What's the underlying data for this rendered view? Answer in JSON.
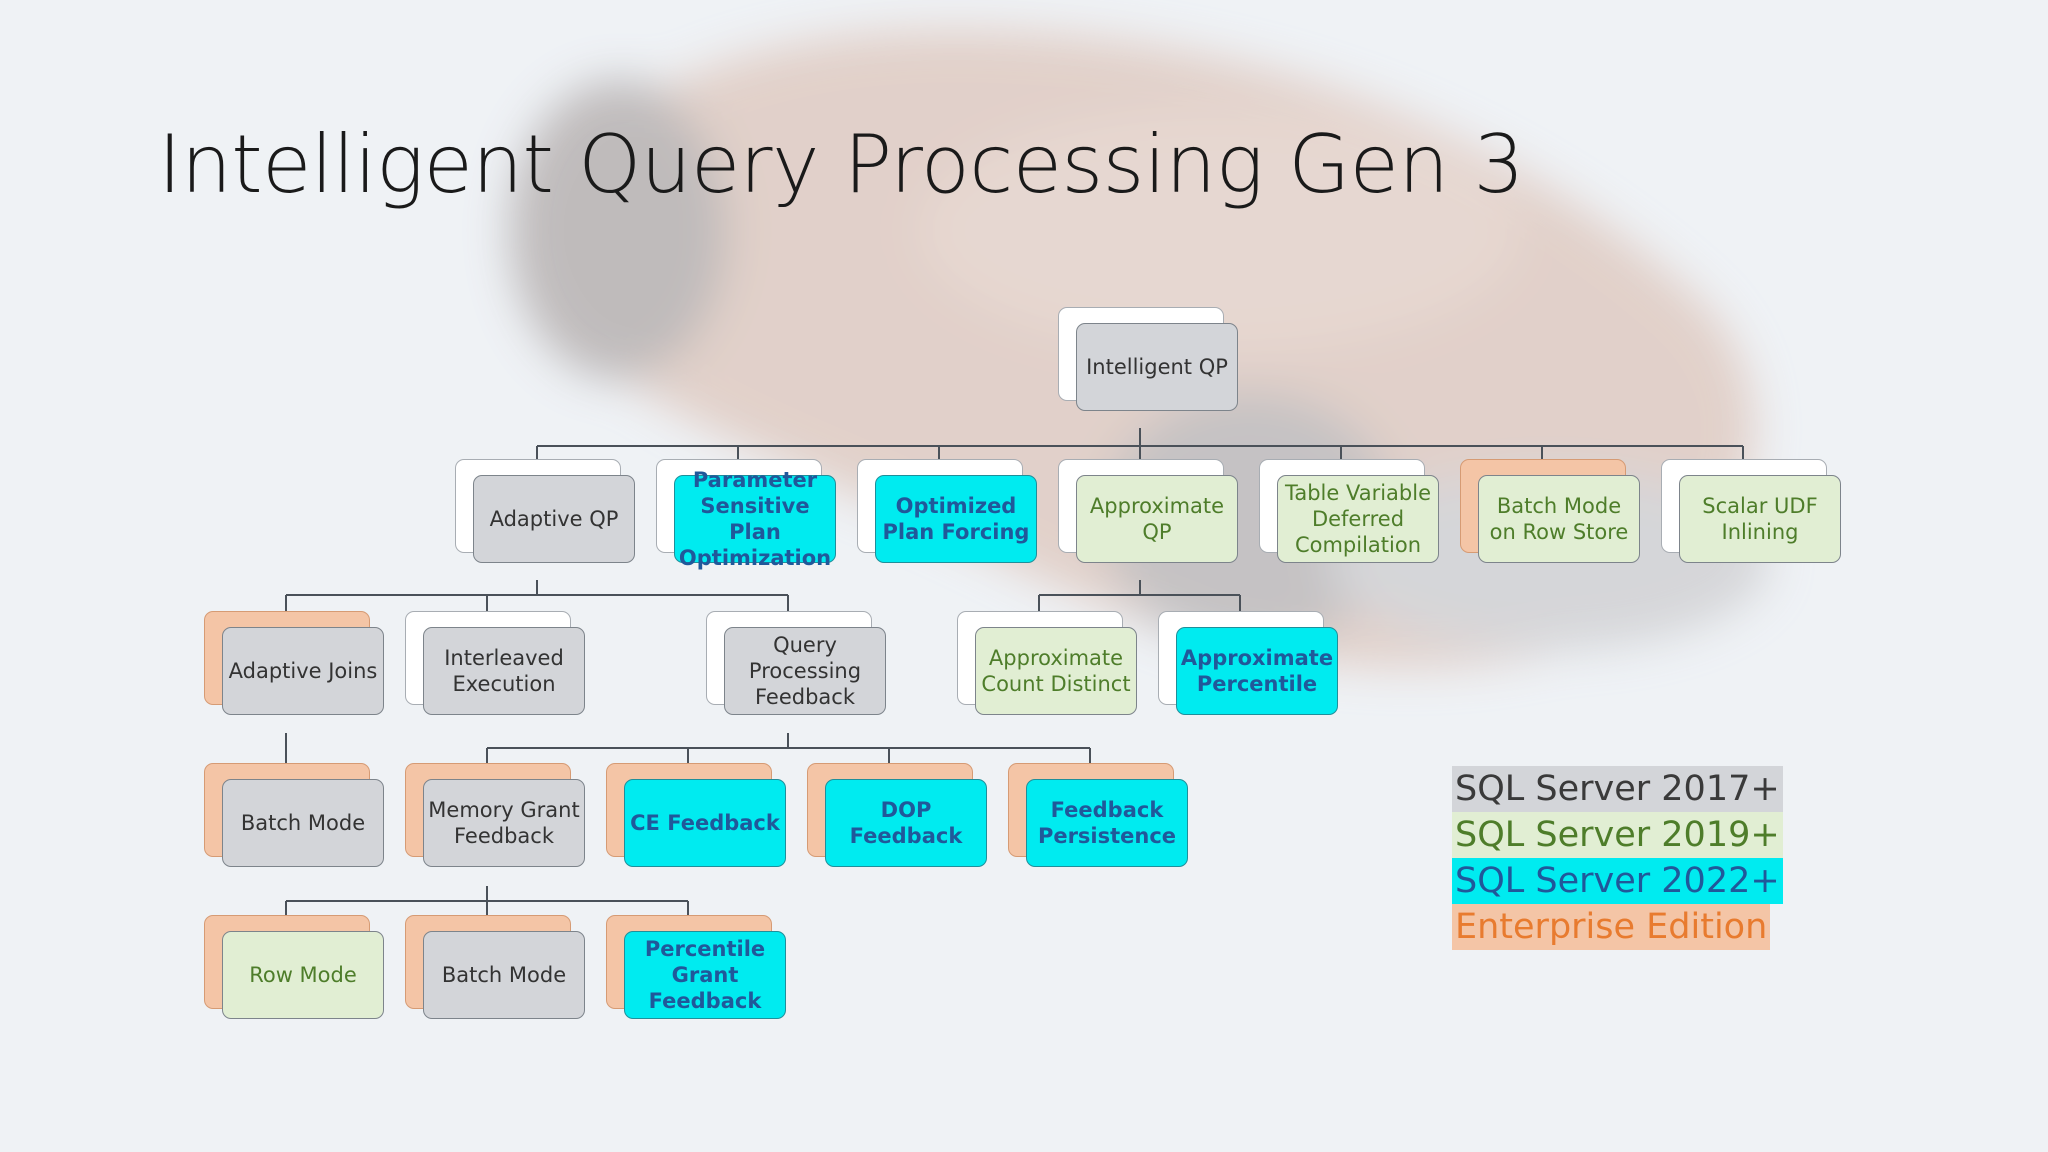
{
  "title": "Intelligent Query Processing Gen 3",
  "nodes": {
    "intelligent_qp": "Intelligent QP",
    "adaptive_qp": "Adaptive QP",
    "psp_optimization": "Parameter\nSensitive Plan\nOptimization",
    "optimized_plan_forcing": "Optimized\nPlan Forcing",
    "approximate_qp": "Approximate\nQP",
    "table_variable": "Table Variable\nDeferred\nCompilation",
    "batch_mode_rowstore": "Batch Mode\non Row Store",
    "scalar_udf": "Scalar UDF\nInlining",
    "adaptive_joins": "Adaptive Joins",
    "interleaved_execution": "Interleaved\nExecution",
    "qp_feedback": "Query\nProcessing\nFeedback",
    "approx_count_distinct": "Approximate\nCount Distinct",
    "approx_percentile": "Approximate\nPercentile",
    "aj_batch_mode": "Batch Mode",
    "memory_grant_feedback": "Memory Grant\nFeedback",
    "ce_feedback": "CE Feedback",
    "dop_feedback": "DOP Feedback",
    "feedback_persistence": "Feedback\nPersistence",
    "mgf_row_mode": "Row Mode",
    "mgf_batch_mode": "Batch Mode",
    "percentile_grant_feedback": "Percentile\nGrant\nFeedback"
  },
  "legend": {
    "sql2017": "SQL Server 2017+",
    "sql2019": "SQL Server 2019+",
    "sql2022": "SQL Server 2022+",
    "enterprise": "Enterprise Edition"
  },
  "colors": {
    "sql2017": "#d3d5d9",
    "sql2019": "#e1eed3",
    "sql2022": "#00ebf0",
    "enterprise": "#f4c5a6"
  }
}
